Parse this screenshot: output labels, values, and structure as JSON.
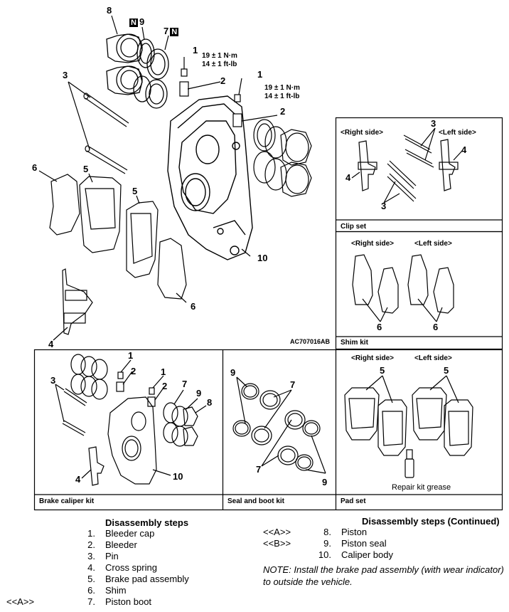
{
  "torque": {
    "nm": "19 ± 1 N·m",
    "ftlb": "14 ± 1 ft-lb"
  },
  "ref_code": "AC707016AB",
  "n_mark": "N",
  "callouts": {
    "c1": "1",
    "c2": "2",
    "c3": "3",
    "c4": "4",
    "c5": "5",
    "c6": "6",
    "c7": "7",
    "c8": "8",
    "c9": "9",
    "c10": "10"
  },
  "panels": {
    "clip_set": {
      "caption": "Clip set",
      "right": "<Right side>",
      "left": "<Left side>"
    },
    "shim_kit": {
      "caption": "Shim kit",
      "right": "<Right side>",
      "left": "<Left side>"
    },
    "brake_caliper_kit": {
      "caption": "Brake caliper kit"
    },
    "seal_boot_kit": {
      "caption": "Seal and boot kit"
    },
    "pad_set": {
      "caption": "Pad set",
      "right": "<Right side>",
      "left": "<Left side>",
      "grease": "Repair kit grease"
    }
  },
  "steps": {
    "title": "Disassembly steps",
    "title_cont": "Disassembly steps (Continued)",
    "items": [
      {
        "n": "1.",
        "label": "Bleeder cap",
        "tag": ""
      },
      {
        "n": "2.",
        "label": "Bleeder",
        "tag": ""
      },
      {
        "n": "3.",
        "label": "Pin",
        "tag": ""
      },
      {
        "n": "4.",
        "label": "Cross spring",
        "tag": ""
      },
      {
        "n": "5.",
        "label": "Brake pad assembly",
        "tag": ""
      },
      {
        "n": "6.",
        "label": "Shim",
        "tag": ""
      },
      {
        "n": "7.",
        "label": "Piston boot",
        "tag": "<<A>>"
      },
      {
        "n": "8.",
        "label": "Piston",
        "tag": "<<A>>"
      },
      {
        "n": "9.",
        "label": "Piston seal",
        "tag": "<<B>>"
      },
      {
        "n": "10.",
        "label": "Caliper body",
        "tag": ""
      }
    ],
    "note": "NOTE: Install the brake pad assembly (with wear indicator) to outside the vehicle."
  }
}
